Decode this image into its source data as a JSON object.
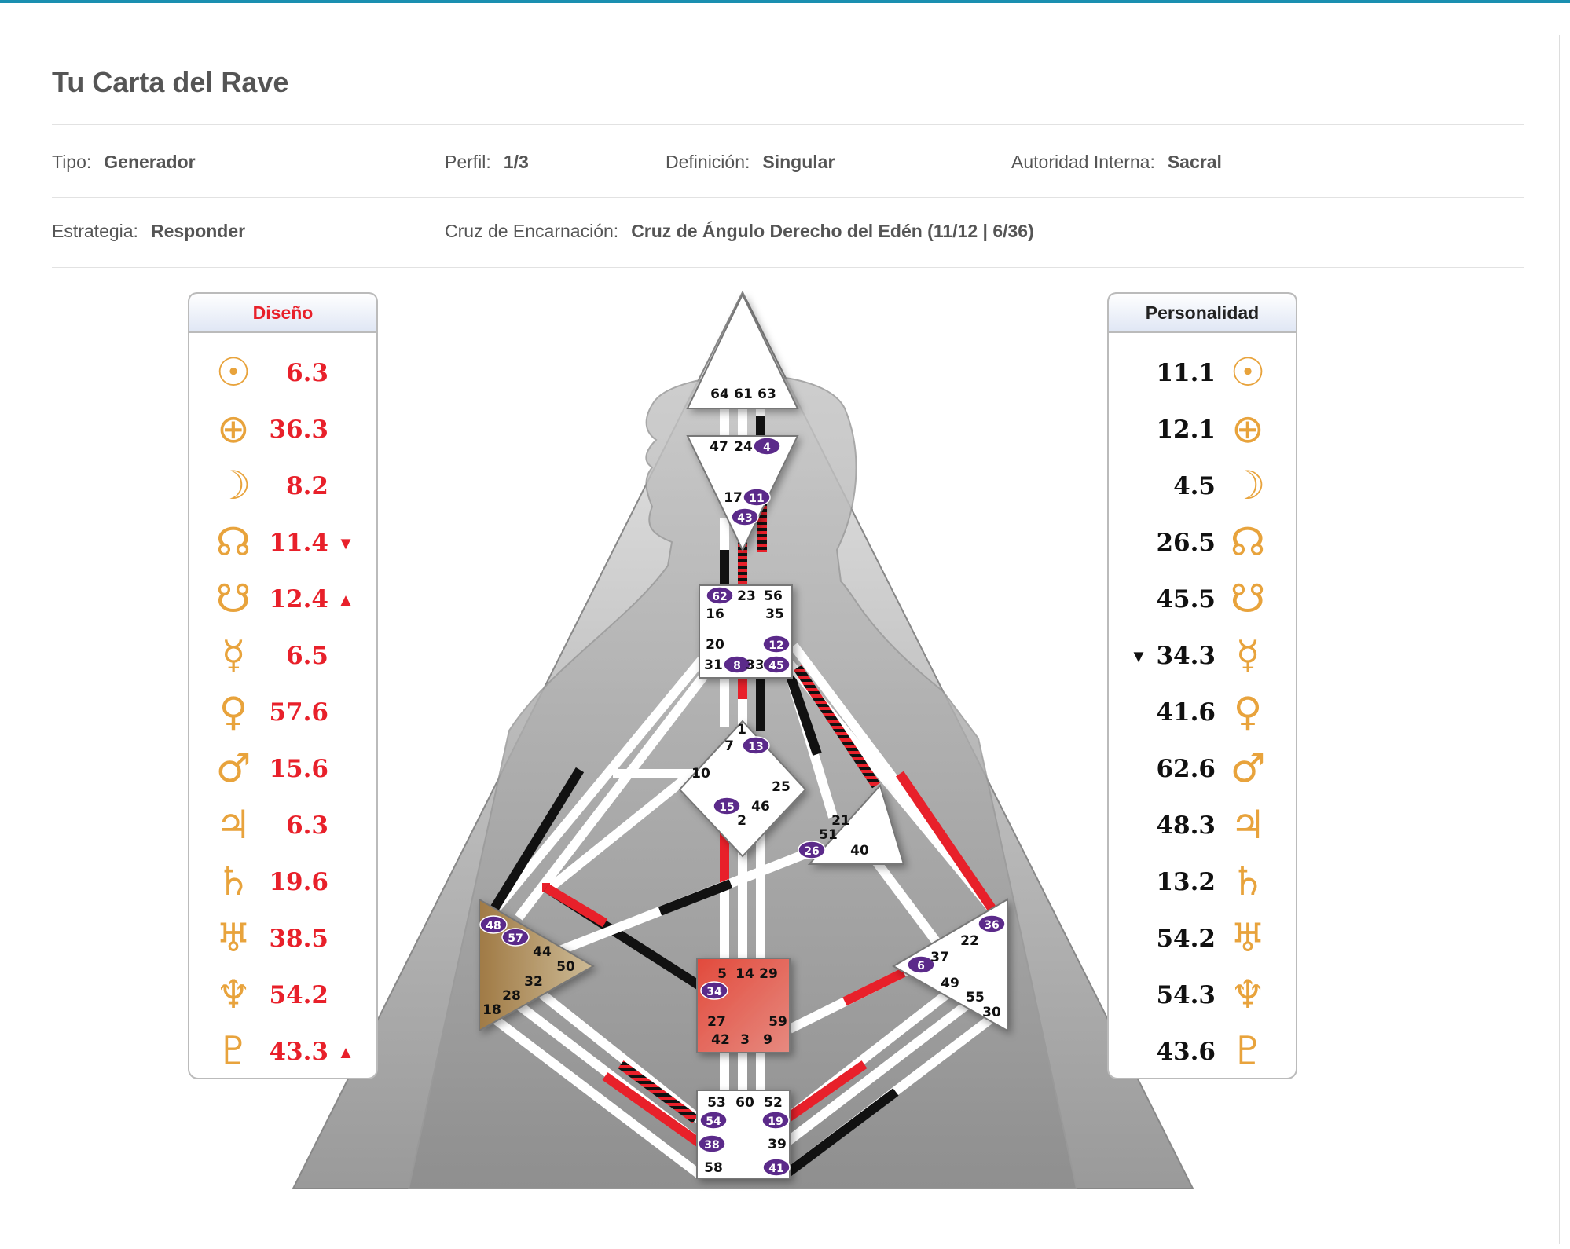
{
  "page": {
    "title": "Tu Carta del Rave"
  },
  "info": {
    "tipo": {
      "label": "Tipo:",
      "value": "Generador"
    },
    "perfil": {
      "label": "Perfil:",
      "value": "1/3"
    },
    "definicion": {
      "label": "Definición:",
      "value": "Singular"
    },
    "autoridad": {
      "label": "Autoridad Interna:",
      "value": "Sacral"
    },
    "estrategia": {
      "label": "Estrategia:",
      "value": "Responder"
    },
    "cruz": {
      "label": "Cruz de Encarnación:",
      "value": "Cruz de Ángulo Derecho del Edén (11/12 | 6/36)"
    }
  },
  "design": {
    "title": "Diseño",
    "color": "#e8202a",
    "rows": [
      {
        "planet": "sun-icon",
        "glyph": "☉",
        "value": "6.3",
        "mark": ""
      },
      {
        "planet": "earth-icon",
        "glyph": "⊕",
        "value": "36.3",
        "mark": ""
      },
      {
        "planet": "moon-icon",
        "glyph": "☽",
        "value": "8.2",
        "mark": ""
      },
      {
        "planet": "north-node-icon",
        "glyph": "☊",
        "value": "11.4",
        "mark": "▼"
      },
      {
        "planet": "south-node-icon",
        "glyph": "☋",
        "value": "12.4",
        "mark": "▲"
      },
      {
        "planet": "mercury-icon",
        "glyph": "☿",
        "value": "6.5",
        "mark": ""
      },
      {
        "planet": "venus-icon",
        "glyph": "♀",
        "value": "57.6",
        "mark": ""
      },
      {
        "planet": "mars-icon",
        "glyph": "♂",
        "value": "15.6",
        "mark": ""
      },
      {
        "planet": "jupiter-icon",
        "glyph": "♃",
        "value": "6.3",
        "mark": ""
      },
      {
        "planet": "saturn-icon",
        "glyph": "♄",
        "value": "19.6",
        "mark": ""
      },
      {
        "planet": "uranus-icon",
        "glyph": "♅",
        "value": "38.5",
        "mark": ""
      },
      {
        "planet": "neptune-icon",
        "glyph": "♆",
        "value": "54.2",
        "mark": ""
      },
      {
        "planet": "pluto-icon",
        "glyph": "♇",
        "value": "43.3",
        "mark": "▲"
      }
    ]
  },
  "personality": {
    "title": "Personalidad",
    "color": "#111111",
    "rows": [
      {
        "planet": "sun-icon",
        "glyph": "☉",
        "value": "11.1",
        "mark": ""
      },
      {
        "planet": "earth-icon",
        "glyph": "⊕",
        "value": "12.1",
        "mark": ""
      },
      {
        "planet": "moon-icon",
        "glyph": "☽",
        "value": "4.5",
        "mark": ""
      },
      {
        "planet": "north-node-icon",
        "glyph": "☊",
        "value": "26.5",
        "mark": ""
      },
      {
        "planet": "south-node-icon",
        "glyph": "☋",
        "value": "45.5",
        "mark": ""
      },
      {
        "planet": "mercury-icon",
        "glyph": "☿",
        "value": "34.3",
        "mark": "▼"
      },
      {
        "planet": "venus-icon",
        "glyph": "♀",
        "value": "41.6",
        "mark": ""
      },
      {
        "planet": "mars-icon",
        "glyph": "♂",
        "value": "62.6",
        "mark": ""
      },
      {
        "planet": "jupiter-icon",
        "glyph": "♃",
        "value": "48.3",
        "mark": ""
      },
      {
        "planet": "saturn-icon",
        "glyph": "♄",
        "value": "13.2",
        "mark": ""
      },
      {
        "planet": "uranus-icon",
        "glyph": "♅",
        "value": "54.2",
        "mark": ""
      },
      {
        "planet": "neptune-icon",
        "glyph": "♆",
        "value": "54.3",
        "mark": ""
      },
      {
        "planet": "pluto-icon",
        "glyph": "♇",
        "value": "43.6",
        "mark": ""
      }
    ]
  },
  "centers": {
    "head": {
      "gates": [
        "64",
        "61",
        "63"
      ],
      "defined": false
    },
    "ajna": {
      "gates": [
        "47",
        "24",
        "4",
        "17",
        "11",
        "43"
      ],
      "defined": false
    },
    "throat": {
      "gates": [
        "62",
        "23",
        "56",
        "16",
        "35",
        "20",
        "12",
        "31",
        "8",
        "33",
        "45"
      ],
      "defined": false
    },
    "g": {
      "gates": [
        "1",
        "7",
        "13",
        "10",
        "25",
        "15",
        "46",
        "2"
      ],
      "defined": false
    },
    "ego": {
      "gates": [
        "21",
        "51",
        "26",
        "40"
      ],
      "defined": false
    },
    "spleen": {
      "gates": [
        "48",
        "57",
        "44",
        "50",
        "32",
        "28",
        "18"
      ],
      "defined": true,
      "color": "#a8814c"
    },
    "sacral": {
      "gates": [
        "5",
        "14",
        "29",
        "34",
        "27",
        "59",
        "42",
        "3",
        "9"
      ],
      "defined": true,
      "color": "#e0453a"
    },
    "solar_plexus": {
      "gates": [
        "36",
        "22",
        "6",
        "37",
        "49",
        "55",
        "30"
      ],
      "defined": false
    },
    "root": {
      "gates": [
        "53",
        "60",
        "52",
        "54",
        "19",
        "38",
        "39",
        "58",
        "41"
      ],
      "defined": false
    }
  },
  "active_gates": [
    "4",
    "11",
    "43",
    "62",
    "12",
    "8",
    "45",
    "13",
    "15",
    "26",
    "48",
    "57",
    "34",
    "36",
    "6",
    "54",
    "19",
    "38",
    "41"
  ],
  "colors": {
    "design": "#e8202a",
    "personality": "#111111",
    "gate_badge": "#5b2a8a",
    "glyph": "#e8a33c",
    "accent": "#1a8fb0"
  }
}
